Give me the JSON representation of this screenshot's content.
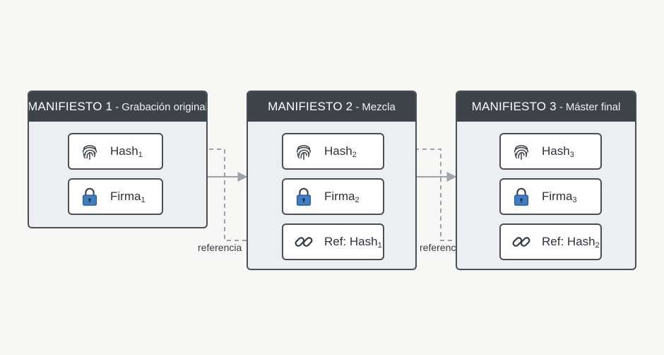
{
  "icons": {
    "hash": "fingerprint-icon",
    "signature": "lock-icon",
    "reference": "link-icon"
  },
  "colors": {
    "header": "#3e434a",
    "panel": "#eceef2",
    "lock": "#3f7ec1",
    "connector": "#9ea3aa",
    "border": "#4a4f57"
  },
  "manifests": [
    {
      "name": "MANIFIESTO 1",
      "separator": "-",
      "subtitle": "Grabación original",
      "hash": {
        "base": "Hash",
        "sub": "1"
      },
      "signature": {
        "base": "Firma",
        "sub": "1"
      }
    },
    {
      "name": "MANIFIESTO 2",
      "separator": "-",
      "subtitle": "Mezcla",
      "hash": {
        "base": "Hash",
        "sub": "2"
      },
      "signature": {
        "base": "Firma",
        "sub": "2"
      },
      "ref": {
        "base": "Ref: Hash",
        "sub": "1"
      }
    },
    {
      "name": "MANIFIESTO 3",
      "separator": "-",
      "subtitle": "Máster final",
      "hash": {
        "base": "Hash",
        "sub": "3"
      },
      "signature": {
        "base": "Firma",
        "sub": "3"
      },
      "ref": {
        "base": "Ref: Hash",
        "sub": "2"
      }
    }
  ],
  "connectors": [
    {
      "label": "referencia"
    },
    {
      "label": "referencia"
    }
  ]
}
